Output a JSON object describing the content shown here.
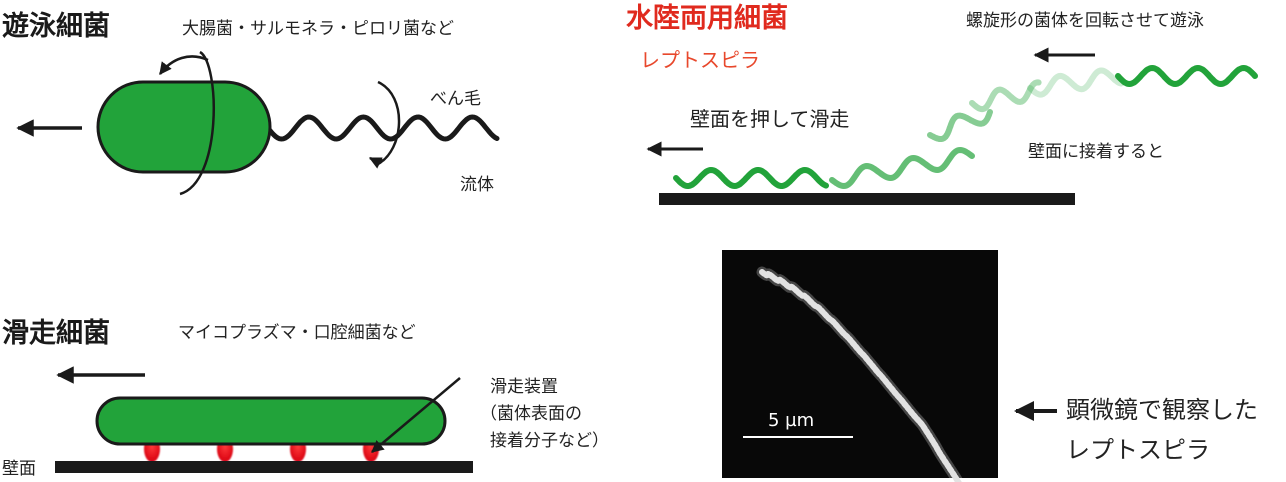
{
  "swimming": {
    "title": "遊泳細菌",
    "examples": "大腸菌・サルモネラ・ピロリ菌など",
    "flagellum": "べん毛",
    "fluid": "流体"
  },
  "gliding": {
    "title": "滑走細菌",
    "examples": "マイコプラズマ・口腔細菌など",
    "apparatus_lines": [
      "滑走装置",
      "（菌体表面の",
      "接着分子など）"
    ],
    "wall": "壁面"
  },
  "amphibious": {
    "title": "水陸両用細菌",
    "subtitle": "レプトスピラ",
    "swim_label": "螺旋形の菌体を回転させて遊泳",
    "contact_label": "壁面に接着すると",
    "glide_label": "壁面を押して滑走"
  },
  "micrograph": {
    "scale_label": "5 µm",
    "caption_lines": [
      "顕微鏡で観察した",
      "レプトスピラ"
    ]
  },
  "colors": {
    "cell_green": "#22a33a",
    "red_title": "#e02a1e",
    "adhesion_red": "#e8101e"
  }
}
